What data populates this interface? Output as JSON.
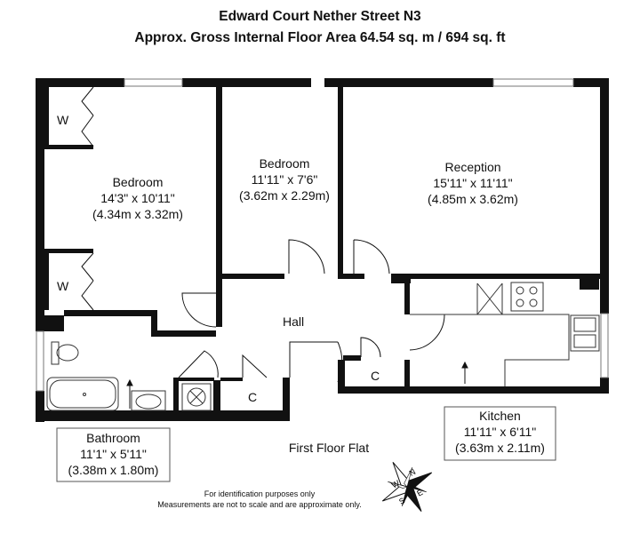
{
  "header": {
    "title": "Edward Court Nether Street N3",
    "area": "Approx. Gross Internal Floor Area 64.54 sq. m / 694 sq. ft"
  },
  "rooms": [
    {
      "name": "Bedroom",
      "imperial": "14'3\" x 10'11\"",
      "metric": "(4.34m x 3.32m)"
    },
    {
      "name": "Bedroom",
      "imperial": "11'11\" x 7'6\"",
      "metric": "(3.62m x 2.29m)"
    },
    {
      "name": "Reception",
      "imperial": "15'11\" x 11'11\"",
      "metric": "(4.85m x 3.62m)"
    },
    {
      "name": "Kitchen",
      "imperial": "11'11\" x 6'11\"",
      "metric": "(3.63m x 2.11m)"
    },
    {
      "name": "Bathroom",
      "imperial": "11'1\" x 5'11\"",
      "metric": "(3.38m x 1.80m)"
    }
  ],
  "labels": {
    "hall": "Hall",
    "wardrobe": "W",
    "cupboard": "C",
    "floor": "First Floor Flat"
  },
  "compass": {
    "n": "N",
    "s": "S",
    "e": "E",
    "w": "W"
  },
  "footer": {
    "line1": "For identification purposes only",
    "line2": "Measurements are not to scale and are approximate only."
  }
}
